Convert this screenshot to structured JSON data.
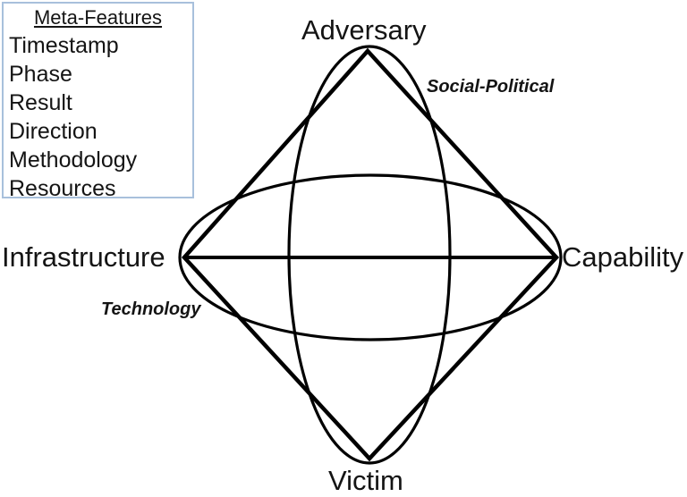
{
  "meta_features_box": {
    "title": "Meta-Features",
    "items": [
      "Timestamp",
      "Phase",
      "Result",
      "Direction",
      "Methodology",
      "Resources"
    ],
    "border_color": "#a8c0dc"
  },
  "diagram": {
    "stroke_color": "#000000",
    "vertices": {
      "top": "Adversary",
      "right": "Capability",
      "bottom": "Victim",
      "left": "Infrastructure"
    },
    "axis_labels": {
      "social_political": "Social-Political",
      "technology": "Technology"
    }
  }
}
